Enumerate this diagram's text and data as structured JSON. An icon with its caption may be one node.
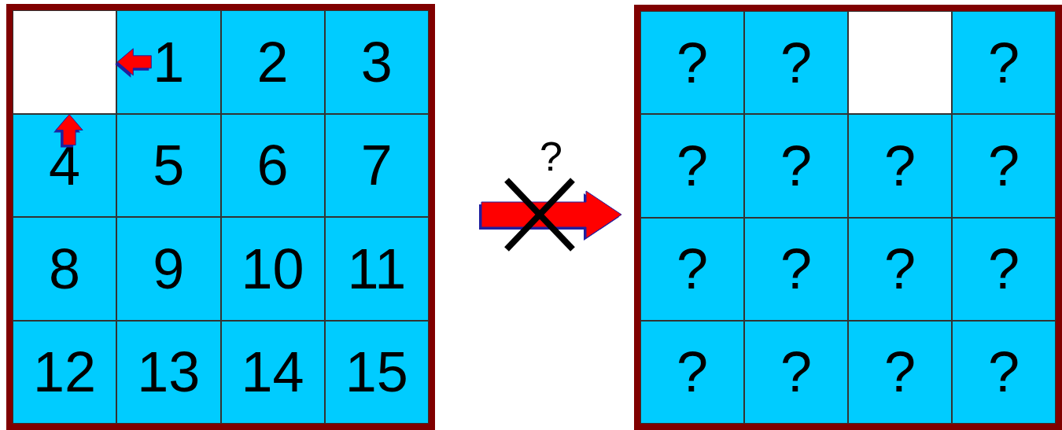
{
  "diagram": {
    "nodes": [
      {
        "text": [],
        "shape": "box"
      },
      {
        "text": [],
        "shape": "box",
        "in": 0
      },
      {
        "text": [
          "1"
        ],
        "in": 0
      },
      {
        "text": [
          "2"
        ],
        "in": 0
      },
      {
        "text": [
          "3"
        ],
        "in": 0
      },
      {
        "text": [
          "4"
        ],
        "in": 0
      },
      {
        "text": [
          "5"
        ],
        "in": 0
      },
      {
        "text": [
          "6"
        ],
        "in": 0
      },
      {
        "text": [
          "7"
        ],
        "in": 0
      },
      {
        "text": [
          "8"
        ],
        "in": 0
      },
      {
        "text": [
          "9"
        ],
        "in": 0
      },
      {
        "text": [
          "10"
        ],
        "in": 0
      },
      {
        "text": [
          "11"
        ],
        "in": 0
      },
      {
        "text": [
          "12"
        ],
        "in": 0
      },
      {
        "text": [
          "13"
        ],
        "in": 0
      },
      {
        "text": [
          "14"
        ],
        "in": 0
      },
      {
        "text": [
          "15"
        ],
        "in": 0
      },
      {
        "text": [],
        "shape": "box"
      },
      {
        "text": [
          "?"
        ],
        "in": 17
      },
      {
        "text": [
          "?"
        ],
        "in": 17
      },
      {
        "text": [],
        "shape": "box",
        "in": 17
      },
      {
        "text": [
          "?"
        ],
        "in": 17
      },
      {
        "text": [
          "?"
        ],
        "in": 17
      },
      {
        "text": [
          "?"
        ],
        "in": 17
      },
      {
        "text": [
          "?"
        ],
        "in": 17
      },
      {
        "text": [
          "?"
        ],
        "in": 17
      },
      {
        "text": [
          "?"
        ],
        "in": 17
      },
      {
        "text": [
          "?"
        ],
        "in": 17
      },
      {
        "text": [
          "?"
        ],
        "in": 17
      },
      {
        "text": [
          "?"
        ],
        "in": 17
      },
      {
        "text": [
          "?"
        ],
        "in": 17
      },
      {
        "text": [
          "?"
        ],
        "in": 17
      },
      {
        "text": [
          "?"
        ],
        "in": 17
      },
      {
        "text": [
          "?"
        ],
        "in": 17
      }
    ],
    "edges": [
      {
        "from": 2,
        "to": 1,
        "arrow": "to"
      },
      {
        "from": 5,
        "to": 1,
        "arrow": "to"
      },
      {
        "from": 0,
        "to": 17,
        "arrow": "to",
        "label": "?"
      }
    ]
  }
}
